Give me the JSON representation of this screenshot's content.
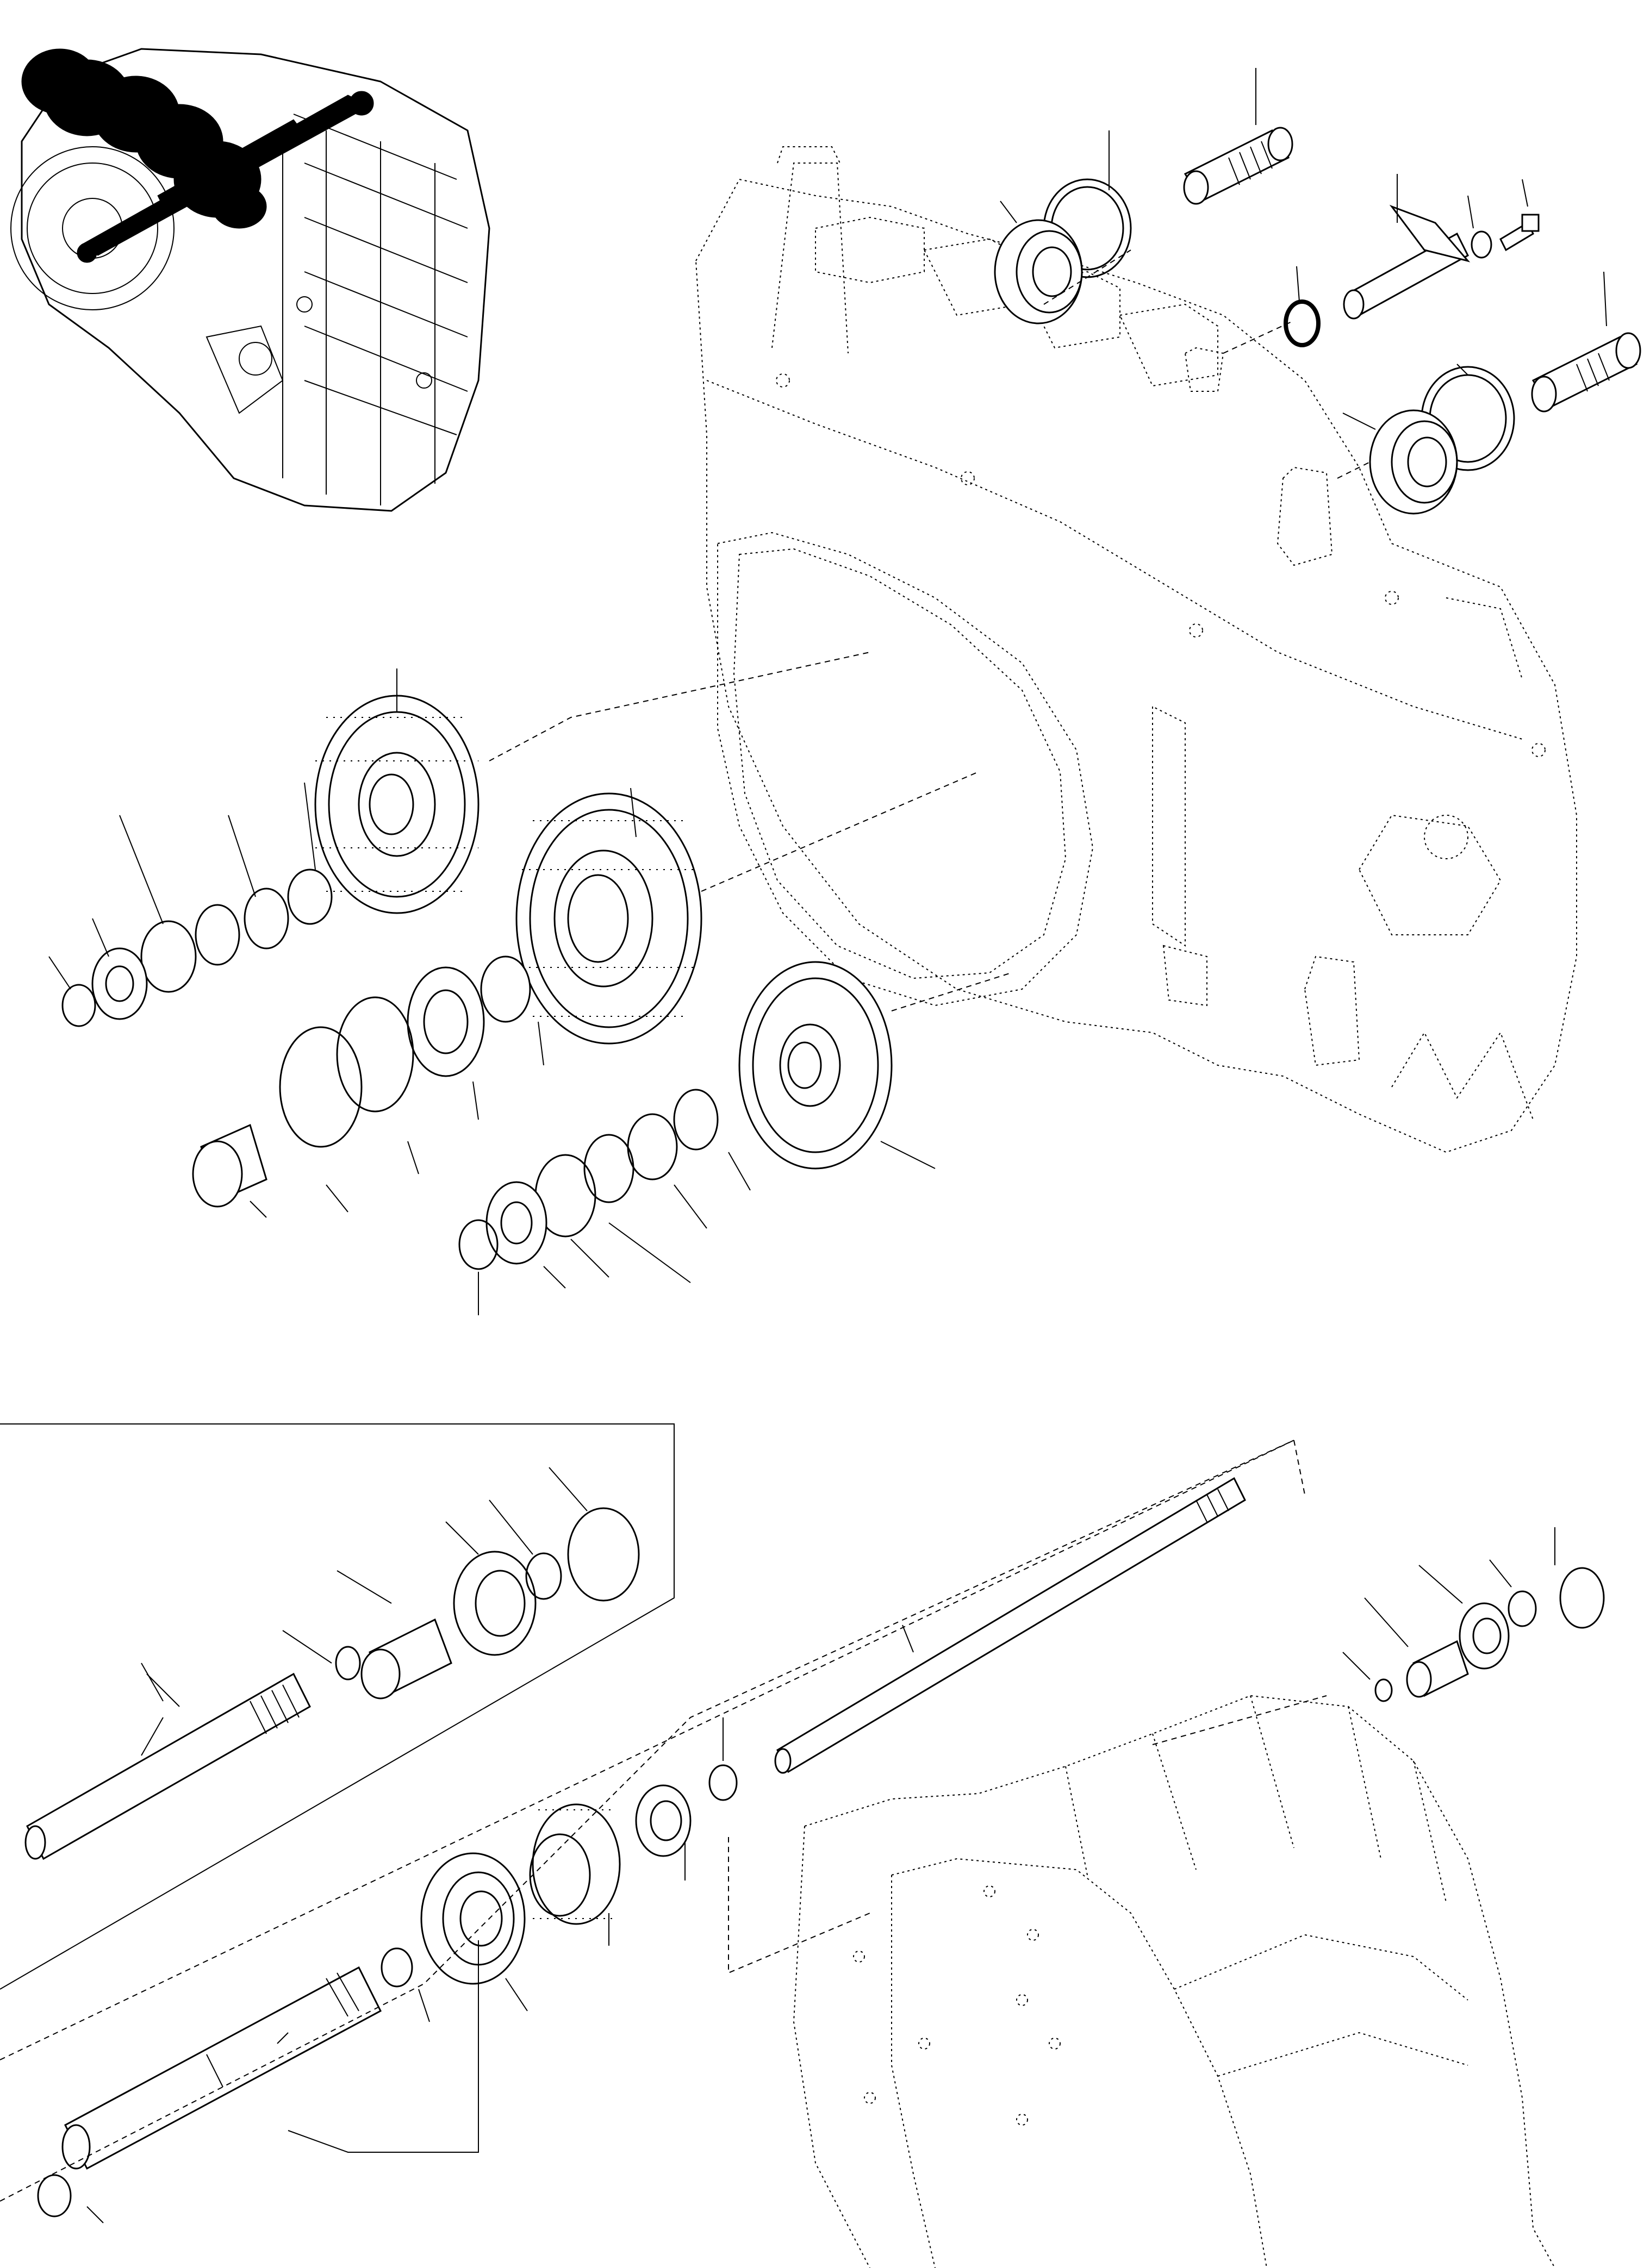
{
  "diagram": {
    "type": "exploded-parts-view",
    "line_color": "#000000",
    "background_color": "#ffffff",
    "icons": [
      "transmission-thumbnail",
      "bearing",
      "gear",
      "snap-ring",
      "shaft",
      "housing"
    ]
  }
}
